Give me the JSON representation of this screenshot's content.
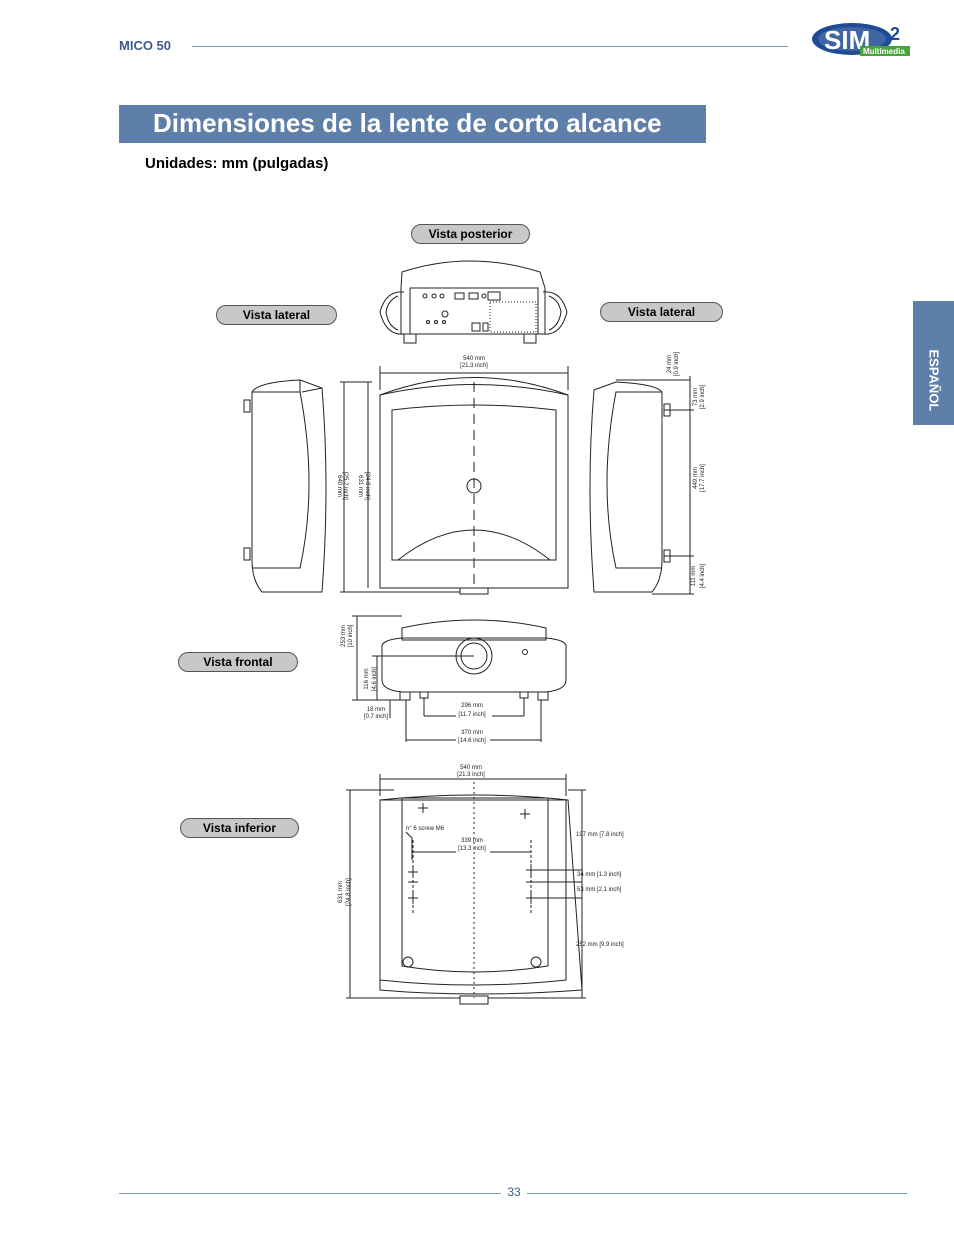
{
  "header": {
    "model": "MICO 50",
    "logo_main": "SIM",
    "logo_digit": "2",
    "logo_sub": "Multimedia"
  },
  "title": "Dimensiones de la lente de corto alcance",
  "subtitle": "Unidades: mm (pulgadas)",
  "language_tab": "ESPAÑOL",
  "views": {
    "rear": "Vista posterior",
    "side_left": "Vista lateral",
    "side_right": "Vista lateral",
    "front": "Vista frontal",
    "bottom": "Vista inferior"
  },
  "dims": {
    "top_width_mm": "540 mm",
    "top_width_in": "[21.3 inch]",
    "side_height_mm": "640 mm",
    "side_height_in": "[25.2 inch]",
    "top_depth_mm": "631 mm",
    "top_depth_in": "[24.8 inch]",
    "r_24_mm": "24 mm",
    "r_24_in": "[0.9 inch]",
    "r_73_mm": "73 mm",
    "r_73_in": "[2.9 inch]",
    "r_449_mm": "449 mm",
    "r_449_in": "[17.7 inch]",
    "r_111_mm": "111 mm",
    "r_111_in": "[4.4 inch]",
    "f_253_mm": "253 mm",
    "f_253_in": "[10 inch]",
    "f_116_mm": "116 mm",
    "f_116_in": "[4.6 inch]",
    "f_18_mm": "18 mm",
    "f_18_in": "[0.7 inch]",
    "f_296_mm": "296 mm",
    "f_296_in": "[11.7 inch]",
    "f_370_mm": "370 mm",
    "f_370_in": "[14.6 inch]",
    "b_540_mm": "540 mm",
    "b_540_in": "[21.3 inch]",
    "b_screw": "n° 6 screw M6",
    "b_339_mm": "339 mm",
    "b_339_in": "[13.3 inch]",
    "b_197": "197 mm [7.8 inch]",
    "b_34": "34 mm [1.3 inch]",
    "b_53": "53 mm [2.1 inch]",
    "b_252": "252 mm [9.9 inch]",
    "b_631_mm": "631 mm",
    "b_631_in": "[24.8 inch]"
  },
  "footer": {
    "page": "33"
  },
  "colors": {
    "accent": "#5f7fab",
    "header_text": "#3b5b8c",
    "rule": "#7f95b8",
    "pill": "#c8c8c8"
  },
  "icons": [
    "sim2-logo"
  ]
}
